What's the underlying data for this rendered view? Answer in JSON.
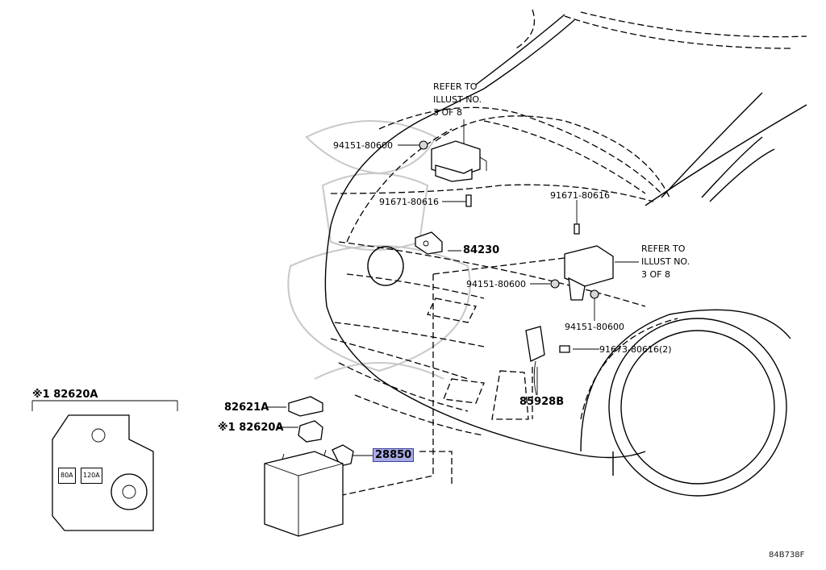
{
  "labels": {
    "p94151_a": "94151-80600",
    "p91671_a": "91671-80616",
    "p84230": "84230",
    "p91671_b": "91671-80616",
    "p94151_b": "94151-80600",
    "p94151_c": "94151-80600",
    "p91673": "91673-80616(2)",
    "p85928b": "85928B",
    "p82621a": "82621A",
    "p82620a_main": "※1 82620A",
    "p28850": "28850",
    "p82620a_inset": "※1 82620A"
  },
  "notes": {
    "refer_top": [
      "REFER TO",
      "ILLUST NO.",
      "3 OF 8"
    ],
    "refer_right": [
      "REFER TO",
      "ILLUST NO.",
      "3 OF 8"
    ]
  },
  "inset": {
    "fuse1": "80A",
    "fuse2": "120A"
  },
  "figure_ref": "84B738F",
  "highlight_color": "#a9abe3"
}
